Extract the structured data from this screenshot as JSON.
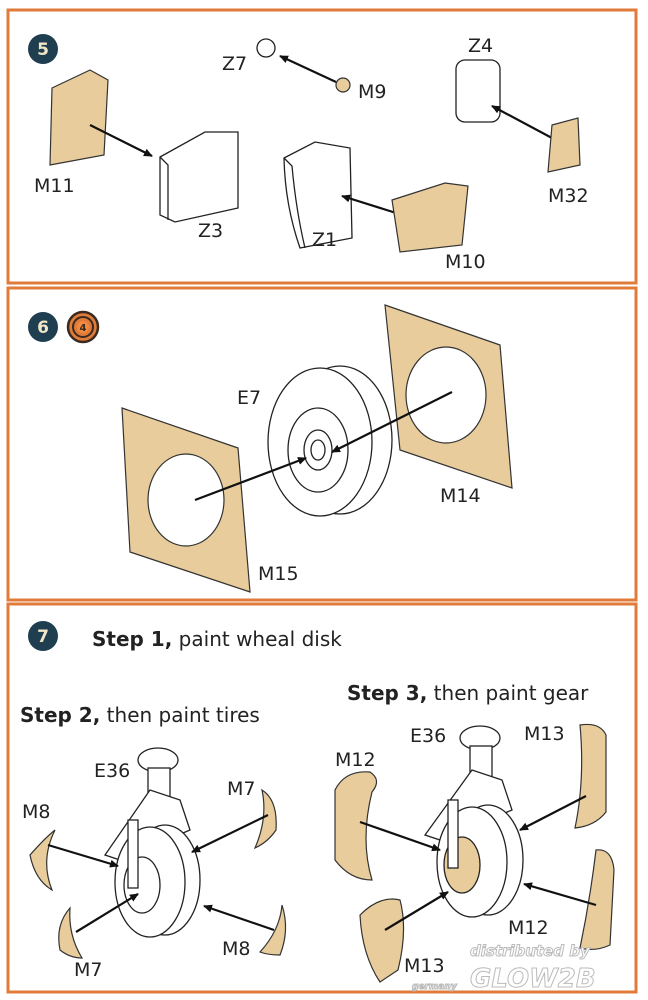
{
  "colors": {
    "panel_border": "#e07b39",
    "badge": "#1f3e4f",
    "decal": "#e8cc9c"
  },
  "step5": {
    "number": "5",
    "labels": {
      "m11": "M11",
      "z3": "Z3",
      "z7": "Z7",
      "m9": "M9",
      "z1": "Z1",
      "m10": "M10",
      "z4": "Z4",
      "m32": "M32"
    }
  },
  "step6": {
    "number": "6",
    "repeat_icon": "repeat-4x-icon",
    "repeat_count": "4",
    "labels": {
      "e7": "E7",
      "m14": "M14",
      "m15": "M15"
    }
  },
  "step7": {
    "number": "7",
    "step1": {
      "bold": "Step 1,",
      "text": " paint wheal disk"
    },
    "step2": {
      "bold": "Step 2,",
      "text": " then paint tires"
    },
    "step3": {
      "bold": "Step 3,",
      "text": " then paint gear"
    },
    "left_labels": {
      "e36": "E36",
      "m8a": "M8",
      "m7a": "M7",
      "m7b": "M7",
      "m8b": "M8"
    },
    "right_labels": {
      "e36": "E36",
      "m12a": "M12",
      "m13a": "M13",
      "m12b": "M12",
      "m13b": "M13"
    }
  },
  "watermark": {
    "line1": "distributed by",
    "line2": "GLOW2B",
    "line3": "germany"
  }
}
